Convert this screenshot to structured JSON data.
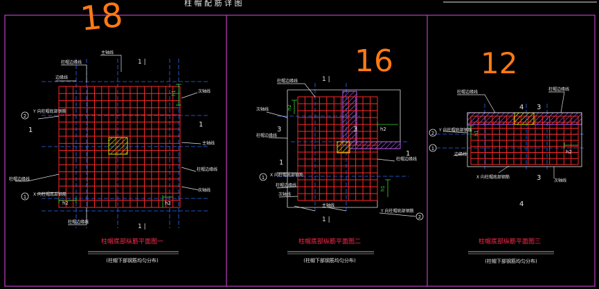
{
  "top_title": "柱 帽 配 筋 详 图",
  "colors": {
    "frame": "#c040c0",
    "rebar": "#ff2a2a",
    "dim": "#36d836",
    "leader": "#2a6bff",
    "text": "#e6e6e6",
    "caption": "#ff2a4a",
    "hand": "#ff7a14",
    "column": "#c8a000",
    "column_hatch": "#e0e000",
    "beam": "#c060ff"
  },
  "handwritten": {
    "panel1": "18",
    "panel2": "16",
    "panel3": "12"
  },
  "panel1": {
    "caption": "柱帽底部纵筋平面图一",
    "subcaption": "(柱帽下部钢筋均匀分布)",
    "labels": {
      "top_left": "柱帽边缘线",
      "top_right": "主轴线",
      "side_left": "边缘线",
      "side_right": "次轴线",
      "mid_right": "主轴线",
      "lower_left": "柱帽边缘线",
      "lower_right": "柱帽边缘线",
      "bot_right": "次轴线",
      "x_dir": "X 向柱帽底部钢筋",
      "y_dir": "Y 向柱帽底部钢筋",
      "bottom": "柱帽边缘线"
    },
    "marks": {
      "circ2": "2",
      "circ1": "1",
      "sec_left": "1",
      "sec_right": "1",
      "sec_top": "1 |",
      "sec_bottom": "1 |",
      "dim_h1": "h1",
      "dim_h2": "h2",
      "dim_h2b": "h2"
    }
  },
  "panel2": {
    "caption": "柱帽底部纵筋平面图二",
    "subcaption": "(柱帽下部钢筋均匀分布)",
    "labels": {
      "top": "柱帽边缘线",
      "left1": "次轴线",
      "left2": "柱帽边缘线",
      "right": "柱帽边缘线",
      "x_dir": "X 向柱帽底部钢筋",
      "lower1": "柱帽边缘线",
      "lower2": "次轴线",
      "lower3": "主轴线",
      "y_dir": "Y 向柱帽底部钢筋"
    },
    "marks": {
      "circ1": "1",
      "circ2": "2",
      "sec3a": "3",
      "sec3b": "3",
      "sec1a": "1",
      "sec1b": "1",
      "sec_top": "1 |",
      "sec_bot": "1 |",
      "dim_h2": "h2",
      "dim_h2b": "h2",
      "dim_h1": "h1"
    }
  },
  "panel3": {
    "caption": "柱帽底部纵筋平面图三",
    "subcaption": "(柱帽下部钢筋均匀分布)",
    "labels": {
      "top_left": "柱帽边缘线",
      "top_right": "柱帽边缘线",
      "y_dir": "Y 向柱帽底部钢筋",
      "left_low": "边缘线",
      "x_dir": "X 向柱帽底部钢筋",
      "right_low": "次轴线"
    },
    "marks": {
      "circ2": "2",
      "circ1": "1",
      "sec4a": "4",
      "sec4b": "4",
      "sec3a": "3",
      "sec3b": "3",
      "dim_h1": "h1",
      "dim_h2": "h2"
    }
  }
}
